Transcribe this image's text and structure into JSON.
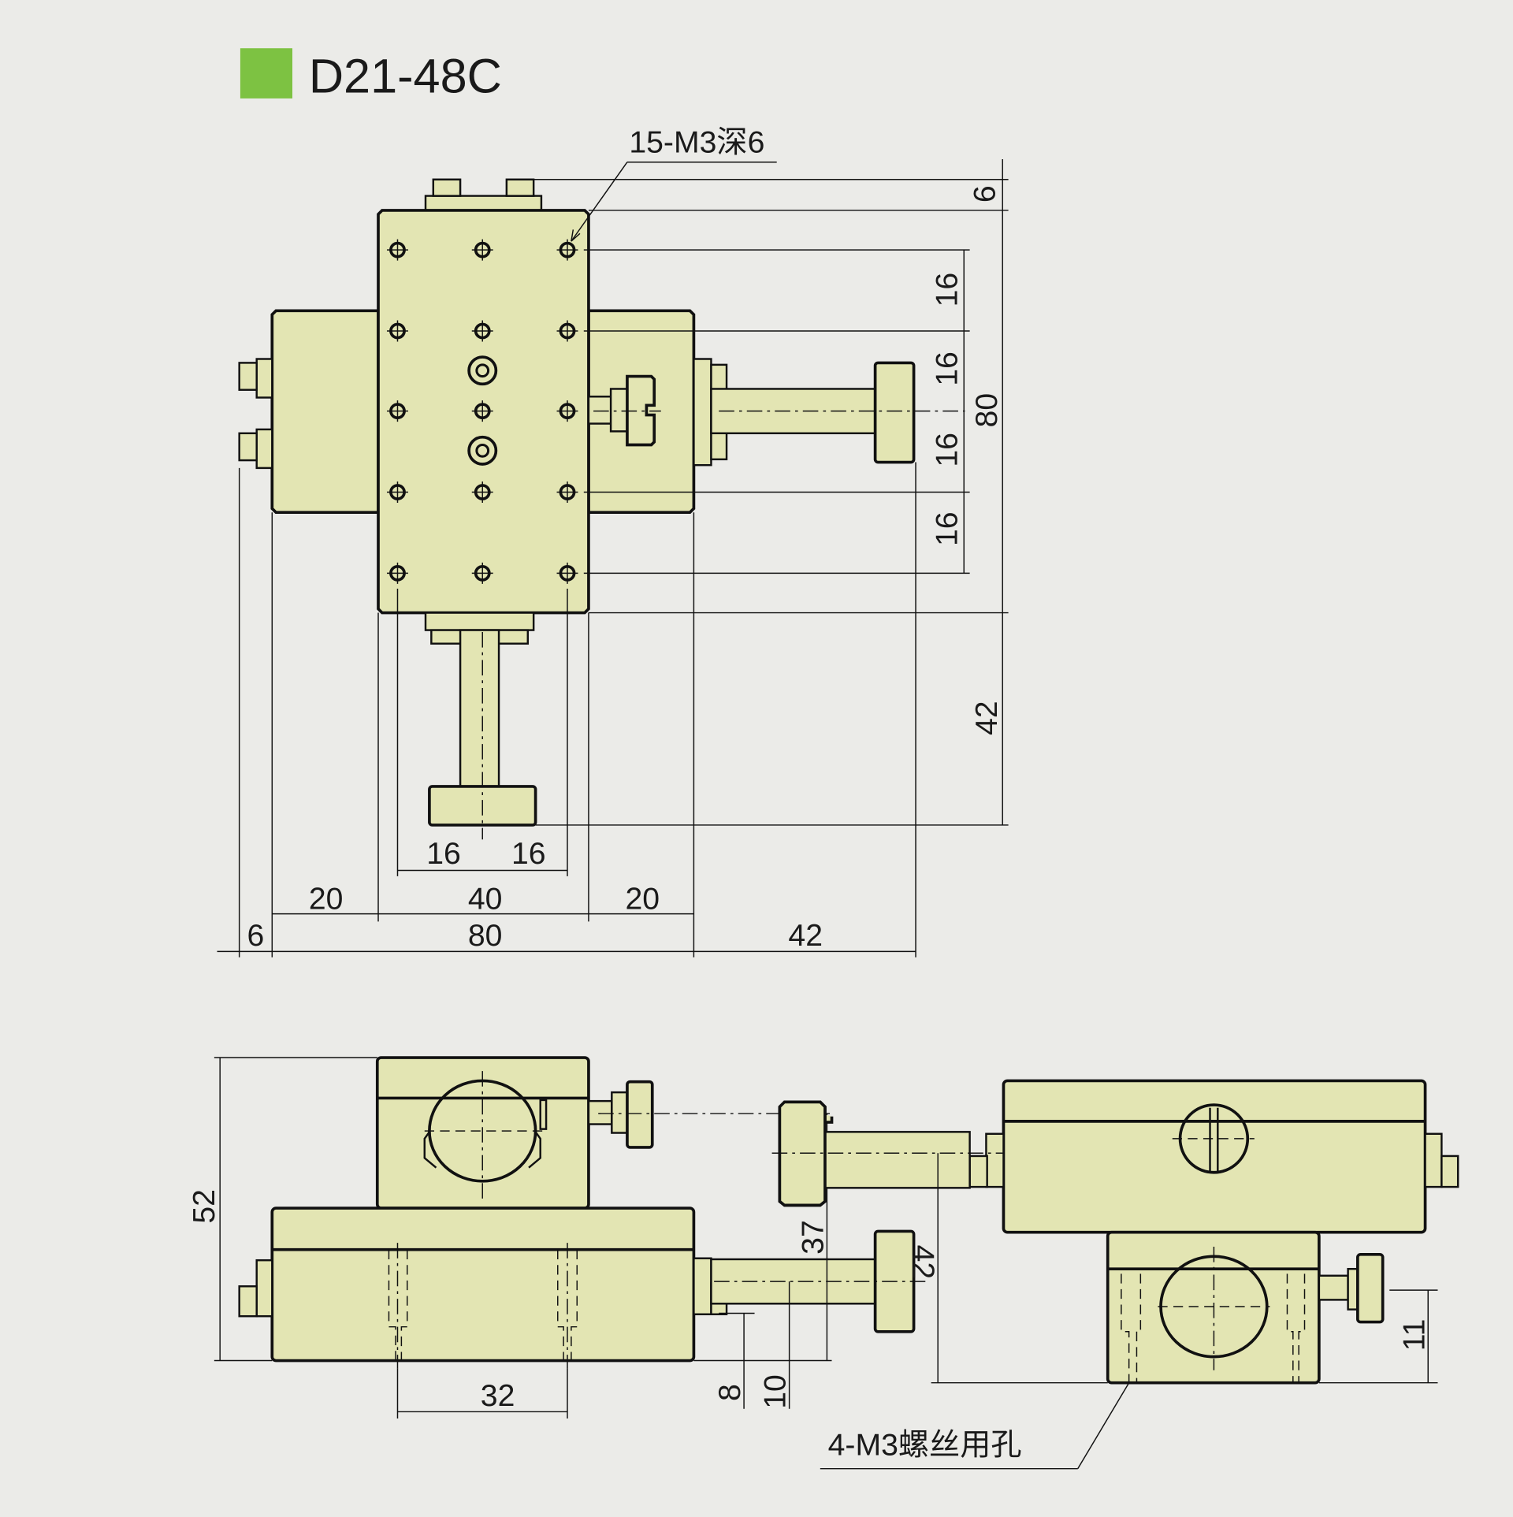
{
  "title": {
    "model": "D21-48C",
    "badge_color": "#7dc242"
  },
  "notes": {
    "top_holes": "15-M3深6",
    "bottom_holes": "4-M3螺丝用孔"
  },
  "colors": {
    "background": "#ebebe8",
    "part_fill": "#e3e5b3",
    "line": "#111111"
  },
  "top_view": {
    "dims_right": {
      "d_top_knob": "6",
      "d_16_a": "16",
      "d_16_b": "16",
      "d_16_c": "16",
      "d_16_d": "16",
      "d_overall_80": "80",
      "d_knob_42": "42"
    },
    "dims_bottom": {
      "d_16_left": "16",
      "d_16_right": "16",
      "d_20_left": "20",
      "d_40": "40",
      "d_20_right": "20",
      "d_6": "6",
      "d_80": "80",
      "d_42": "42"
    }
  },
  "front_view": {
    "d_height_52": "52",
    "d_32": "32",
    "d_8": "8",
    "d_10": "10",
    "d_37": "37"
  },
  "side_view": {
    "d_42": "42",
    "d_11": "11"
  }
}
